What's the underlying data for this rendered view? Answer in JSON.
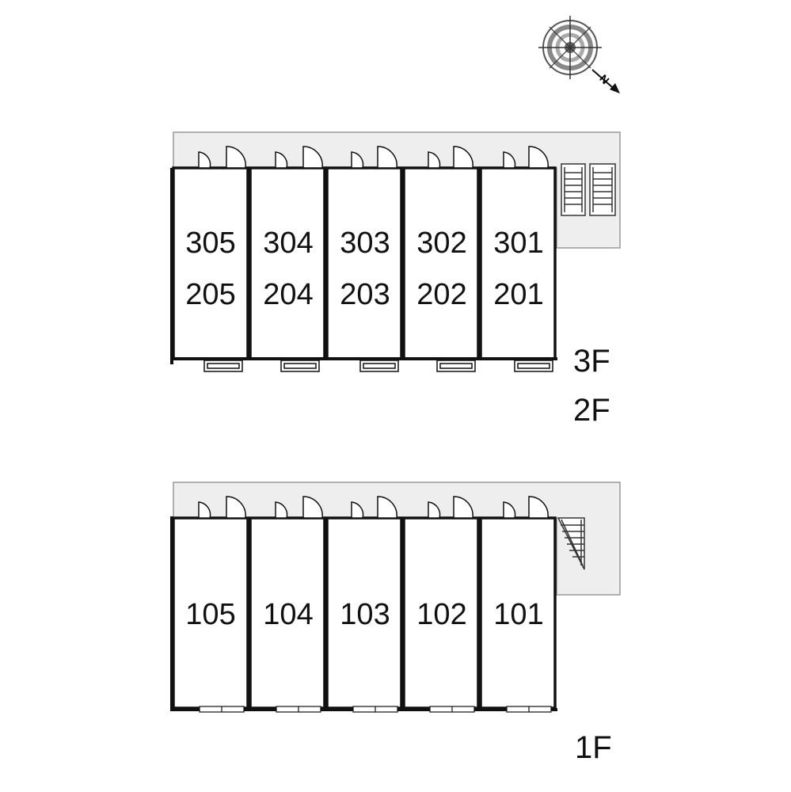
{
  "compass": {
    "north_label": "N",
    "icon": "compass-icon"
  },
  "upper_block": {
    "floor_labels": [
      "3F",
      "2F"
    ],
    "units": [
      {
        "top": "305",
        "bottom": "205"
      },
      {
        "top": "304",
        "bottom": "204"
      },
      {
        "top": "303",
        "bottom": "203"
      },
      {
        "top": "302",
        "bottom": "202"
      },
      {
        "top": "301",
        "bottom": "201"
      }
    ]
  },
  "lower_block": {
    "floor_label": "1F",
    "units": [
      "105",
      "104",
      "103",
      "102",
      "101"
    ]
  },
  "colors": {
    "walkway": "#eeeeee",
    "wall": "#111111",
    "outline": "#999999"
  }
}
